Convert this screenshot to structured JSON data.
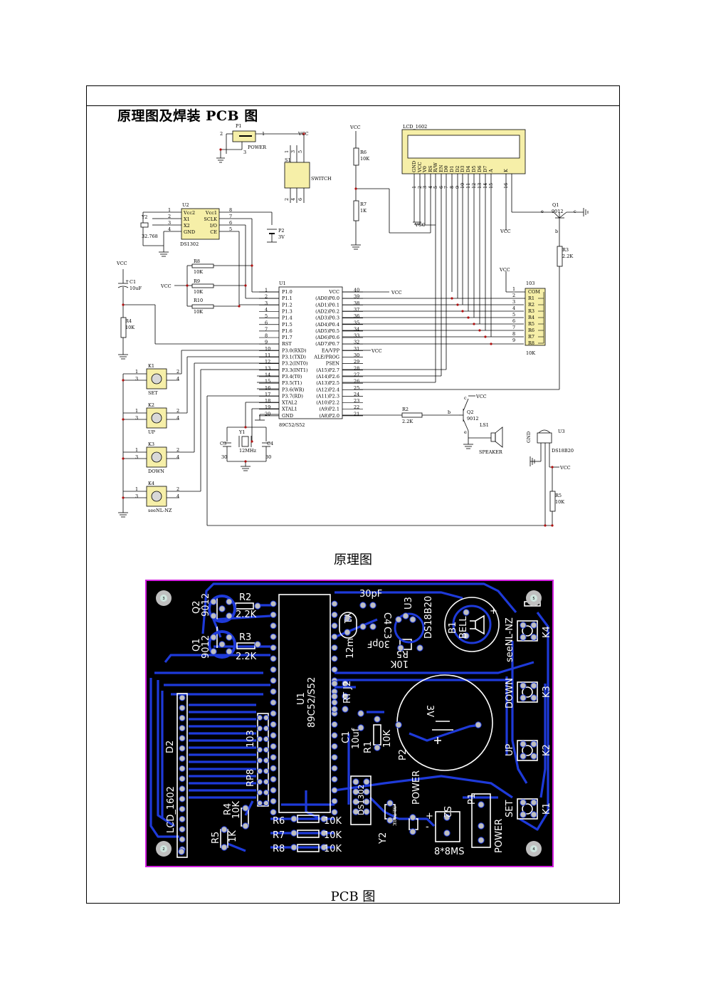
{
  "heading": "原理图及焊装 PCB 图",
  "caption_schematic": "原理图",
  "caption_pcb": "PCB 图",
  "colors": {
    "trace": "#1e3ad9",
    "board": "#000000",
    "outline": "#d21ee0",
    "silk": "#ffffff",
    "pad": "#bfbfbf",
    "schematic_box": "#f6efa8"
  },
  "schematic": {
    "vcc": "VCC",
    "p1": {
      "ref": "P1",
      "name": "POWER",
      "pins": [
        "2",
        "1",
        "3"
      ]
    },
    "s1": {
      "ref": "S1",
      "name": "SWITCH",
      "pins": [
        "1",
        "3",
        "5",
        "2",
        "4",
        "6"
      ]
    },
    "r6": {
      "ref": "R6",
      "value": "10K"
    },
    "r7": {
      "ref": "R7",
      "value": "1K"
    },
    "lcd": {
      "ref": "LCD_1602",
      "pins": [
        "GND",
        "VCC",
        "V0",
        "RS",
        "R/W",
        "EN",
        "D0",
        "D1",
        "D2",
        "D3",
        "D4",
        "D5",
        "D6",
        "D7",
        "A",
        "K"
      ],
      "nums": [
        "1",
        "2",
        "3",
        "4",
        "5",
        "6",
        "7",
        "8",
        "9",
        "10",
        "11",
        "12",
        "13",
        "14",
        "15",
        "16"
      ]
    },
    "q1": {
      "ref": "Q1",
      "value": "9012",
      "e": "e",
      "c": "c",
      "b": "b"
    },
    "r3": {
      "ref": "R3",
      "value": "2.2K"
    },
    "u2": {
      "ref": "U2",
      "name": "DS1302",
      "left": [
        "Vcc2",
        "X1",
        "X2",
        "GND"
      ],
      "right": [
        "Vcc1",
        "SCLK",
        "I/O",
        "CE"
      ],
      "lnum": [
        "1",
        "2",
        "3",
        "4"
      ],
      "rnum": [
        "8",
        "7",
        "6",
        "5"
      ]
    },
    "y2": {
      "ref": "Y2",
      "value": "32.768"
    },
    "p2": {
      "ref": "P2",
      "value": "3V"
    },
    "r8": {
      "ref": "R8",
      "value": "10K"
    },
    "r9": {
      "ref": "R9",
      "value": "10K"
    },
    "r10": {
      "ref": "R10",
      "value": "10K"
    },
    "c1": {
      "ref": "C1",
      "value": "10uF",
      "plus": "+"
    },
    "r4": {
      "ref": "R4",
      "value": "10K"
    },
    "u1": {
      "ref": "U1",
      "name": "89C52/S52",
      "left_pins": [
        "P1.0",
        "P1.1",
        "P1.2",
        "P1.3",
        "P1.4",
        "P1.5",
        "P1.6",
        "P1.7",
        "RST",
        "P3.0(RXD)",
        "P3.1(TXD)",
        "P3.2(INT0)",
        "P3.3(INT1)",
        "P3.4(T0)",
        "P3.5(T1)",
        "P3.6(WR)",
        "P3.7(RD)",
        "XTAL2",
        "XTAL1",
        "GND"
      ],
      "right_pins": [
        "VCC",
        "(AD0)P0.0",
        "(AD1)P0.1",
        "(AD2)P0.2",
        "(AD3)P0.3",
        "(AD4)P0.4",
        "(AD5)P0.5",
        "(AD6)P0.6",
        "(AD7)P0.7",
        "EA/VPP",
        "ALE/PROG",
        "PSEN",
        "(A15)P2.7",
        "(A14)P2.6",
        "(A13)P2.5",
        "(A12)P2.4",
        "(A11)P2.3",
        "(A10)P2.2",
        "(A9)P2.1",
        "(A8)P2.0"
      ],
      "left_nums": [
        "1",
        "2",
        "3",
        "4",
        "5",
        "6",
        "7",
        "8",
        "9",
        "10",
        "11",
        "12",
        "13",
        "14",
        "15",
        "16",
        "17",
        "18",
        "19",
        "20"
      ],
      "right_nums": [
        "40",
        "39",
        "38",
        "37",
        "36",
        "35",
        "34",
        "33",
        "32",
        "31",
        "30",
        "29",
        "28",
        "27",
        "26",
        "25",
        "24",
        "23",
        "22",
        "21"
      ]
    },
    "rp": {
      "ref": "103",
      "value": "10K",
      "pins": [
        "COM",
        "R1",
        "R2",
        "R3",
        "R4",
        "R5",
        "R6",
        "R7",
        "R8"
      ],
      "nums": [
        "1",
        "2",
        "3",
        "4",
        "5",
        "6",
        "7",
        "8",
        "9"
      ]
    },
    "y1": {
      "ref": "Y1",
      "value": "12MHz"
    },
    "c3": {
      "ref": "C3",
      "value": "30"
    },
    "c4": {
      "ref": "C4",
      "value": "30"
    },
    "r2": {
      "ref": "R2",
      "value": "2.2K"
    },
    "q2": {
      "ref": "Q2",
      "value": "9012",
      "e": "e",
      "c": "c",
      "b": "b"
    },
    "ls1": {
      "ref": "LS1",
      "name": "SPEAKER"
    },
    "u3": {
      "ref": "U3",
      "name": "DS18B20",
      "gnd": "GND"
    },
    "r5": {
      "ref": "R5",
      "value": "10K"
    },
    "keys": [
      {
        "ref": "K1",
        "name": "SET"
      },
      {
        "ref": "K2",
        "name": "UP"
      },
      {
        "ref": "K3",
        "name": "DOWN"
      },
      {
        "ref": "K4",
        "name": "seeNL-NZ"
      }
    ],
    "key_pins": [
      "1",
      "2",
      "3",
      "4"
    ]
  },
  "pcb": {
    "holes": [
      "3",
      "5",
      "2",
      "4"
    ],
    "labels": {
      "q2": "Q2",
      "q2v": "9012",
      "r2": "R2",
      "r2v": "2.2K",
      "q1": "Q1",
      "q1v": "9012",
      "r3": "R3",
      "r3v": "2.2K",
      "c4v": "30pF",
      "c4": "C4",
      "c3": "C3",
      "c3v": "30pF",
      "y1": "Y1",
      "y1v": "12m",
      "u3": "U3",
      "u3v": "DS18B20",
      "r5": "R5",
      "r5v": "10K",
      "b1": "B1",
      "b1v": "BELL",
      "u1": "U1",
      "u1v": "89C52/S52",
      "j2": "J2",
      "rt": "RT",
      "c1": "C1",
      "c1v": "10uf",
      "r1": "R1",
      "r1v": "10K",
      "p2": "P2",
      "p2v": "3V",
      "d2": "D2",
      "lcd": "LCD_1602",
      "rp": "103",
      "rp8": "RP8",
      "r4": "R4",
      "r4v": "10K",
      "r5b": "R5",
      "r5bv": "1K",
      "r6": "R6",
      "r6v": "10K",
      "r7": "R7",
      "r7v": "10K",
      "r8": "R8",
      "r8v": "10K",
      "ds": "DS1302",
      "y2": "Y2",
      "y2v": "32.768K",
      "power": "POWER",
      "s2": "S2",
      "s2v": "8*8MS",
      "p1": "P1",
      "p1v": "POWER",
      "k4": "K4",
      "k4n": "seeNL-NZ",
      "k3": "K3",
      "k3n": "DOWN",
      "k2": "K2",
      "k2n": "UP",
      "k1": "K1",
      "k1n": "SET",
      "plus": "+",
      "minus": "-"
    }
  }
}
